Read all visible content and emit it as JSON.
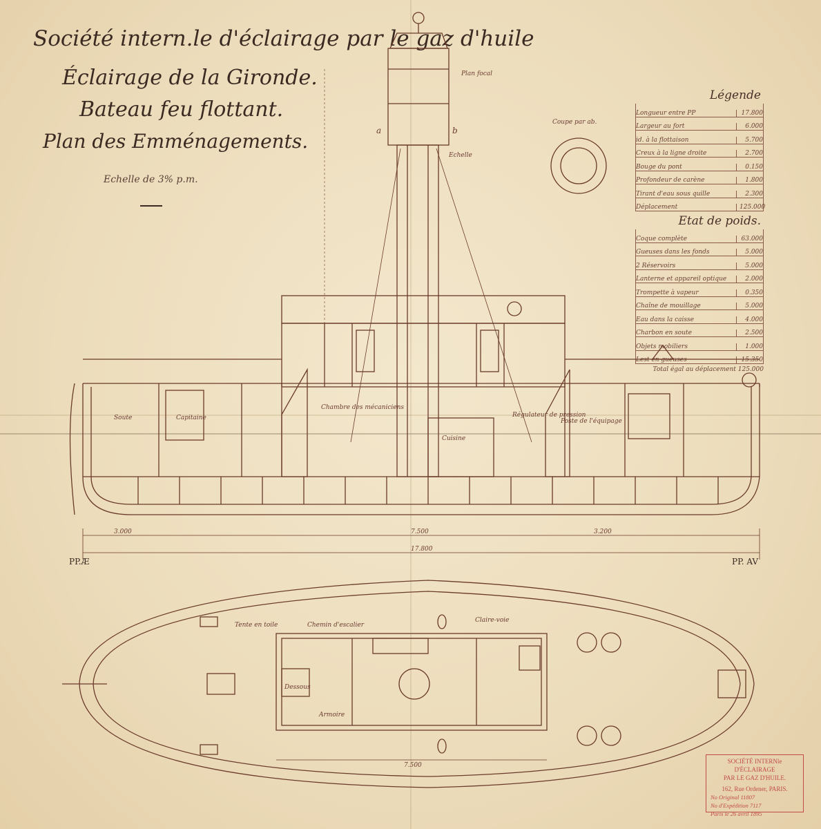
{
  "title": {
    "line1": "Société intern.le d'éclairage par le gaz d'huile",
    "line2": "Éclairage de la Gironde.",
    "line3": "Bateau feu flottant.",
    "line4": "Plan des Emménagements.",
    "scale": "Echelle de 3% p.m."
  },
  "legend": {
    "heading": "Légende",
    "rows": [
      {
        "label": "Longueur entre PP",
        "value": "17.800"
      },
      {
        "label": "Largeur au fort",
        "value": "6.000"
      },
      {
        "label": "id. à la flottaison",
        "value": "5.700"
      },
      {
        "label": "Creux à la ligne droite",
        "value": "2.700"
      },
      {
        "label": "Bouge du pont",
        "value": "0.150"
      },
      {
        "label": "Profondeur de carène",
        "value": "1.800"
      },
      {
        "label": "Tirant d'eau sous quille",
        "value": "2.300"
      },
      {
        "label": "Déplacement",
        "value": "125.000"
      }
    ],
    "weights_heading": "Etat de poids.",
    "weights": [
      {
        "label": "Coque complète",
        "value": "63.000"
      },
      {
        "label": "Gueuses dans les fonds",
        "value": "5.000"
      },
      {
        "label": "2 Réservoirs",
        "value": "5.000"
      },
      {
        "label": "Lanterne et appareil optique",
        "value": "2.000"
      },
      {
        "label": "Trompette à vapeur",
        "value": "0.350"
      },
      {
        "label": "Chaîne de mouillage",
        "value": "5.000"
      },
      {
        "label": "Eau dans la caisse",
        "value": "4.000"
      },
      {
        "label": "Charbon en soute",
        "value": "2.500"
      },
      {
        "label": "Objets mobiliers",
        "value": "1.000"
      },
      {
        "label": "Lest en gueuses",
        "value": "15.350"
      }
    ],
    "total": "Total égal au déplacement 125.000"
  },
  "drawing_labels": {
    "coupe": "Coupe par ab.",
    "plan_focal": "Plan focal",
    "a": "a",
    "b": "b",
    "echelle": "Echelle",
    "soute": "Soute",
    "capitaine": "Capitaine",
    "chambre": "Chambre des mécaniciens",
    "cuisine": "Cuisine",
    "regulateur": "Régulateur de pression",
    "poste": "Poste de l'équipage",
    "pp_ar": "PP.Æ",
    "pp_av": "PP. AV",
    "dim_total": "17.800",
    "dim_mid": "7.500",
    "dim_left": "3.000",
    "dim_right": "3.200",
    "tente": "Tente en toile",
    "chemin": "Chemin d'escalier",
    "armoire": "Armoire",
    "dessus": "Dessous",
    "claire": "Claire-voie",
    "dim_plan": "7.500"
  },
  "stamp": {
    "line1": "SOCIÉTÉ INTERNle D'ÉCLAIRAGE",
    "line2": "PAR LE GAZ D'HUILE.",
    "line3": "162, Rue Ordener, PARIS.",
    "line4": "No Original 11807",
    "line5": "No d'Expédition 7117",
    "line6": "Paris le 26 avril 1895"
  },
  "colors": {
    "paper": "#efe1c2",
    "ink_dark": "#3a2a22",
    "ink_red": "#8a3a30",
    "stamp_red": "#c04b4b"
  }
}
